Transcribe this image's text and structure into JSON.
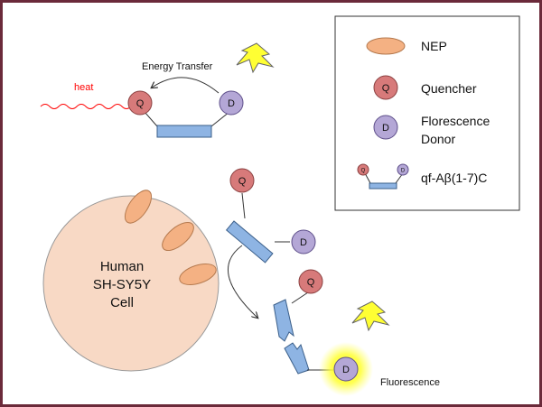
{
  "top_diagram": {
    "energy_transfer_label": "Energy Transfer",
    "heat_label": "heat",
    "quencher_letter": "Q",
    "donor_letter": "D"
  },
  "cell": {
    "label_lines": [
      "Human",
      "SH-SY5Y",
      "Cell"
    ]
  },
  "middle": {
    "quencher_letter": "Q",
    "donor_letter": "D"
  },
  "bottom": {
    "quencher_letter": "Q",
    "donor_letter": "D",
    "fluorescence_label": "Fluorescence"
  },
  "legend": {
    "items": [
      {
        "label": "NEP"
      },
      {
        "icon_letter": "Q",
        "label": "Quencher"
      },
      {
        "icon_letter": "D",
        "label_lines": [
          "Florescence",
          "Donor"
        ]
      },
      {
        "icon_letters": [
          "Q",
          "D"
        ],
        "label": "qf-Aβ(1-7)C"
      }
    ]
  },
  "colors": {
    "frame": "#6b2a3a",
    "nep": "#f4b183",
    "cell": "#f8d9c5",
    "quencher": "#d77a7a",
    "donor": "#b4a7d6",
    "peptide": "#8eb4e3",
    "bolt": "#ffff33",
    "glow": "#ffff00",
    "heat": "#ff0000"
  }
}
